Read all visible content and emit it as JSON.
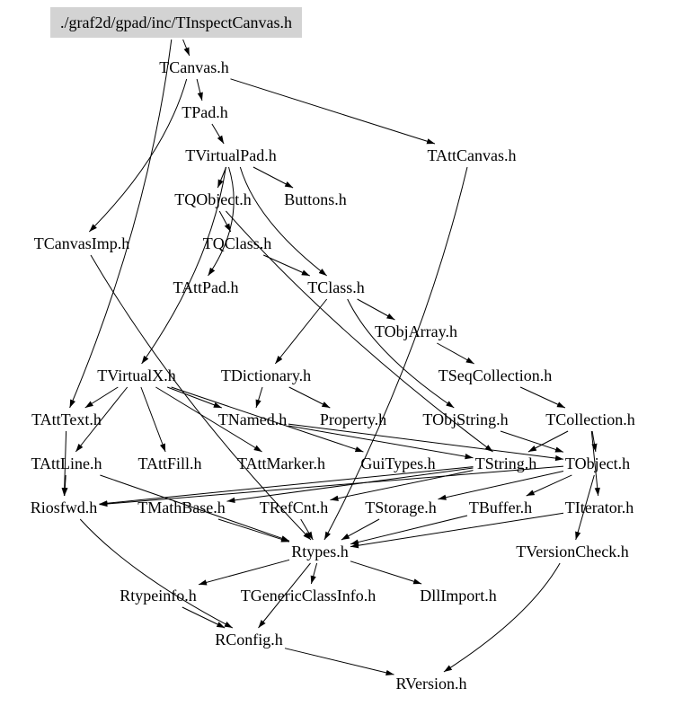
{
  "graph": {
    "type": "include-dependency-graph",
    "root": "./graf2d/gpad/inc/TInspectCanvas.h",
    "colors": {
      "background": "#ffffff",
      "root_fill": "#d3d3d3",
      "edge": "#000000",
      "text": "#000000"
    },
    "nodes": [
      {
        "id": "root",
        "label": "./graf2d/gpad/inc/TInspectCanvas.h",
        "is_root": true
      },
      {
        "id": "TCanvas",
        "label": "TCanvas.h"
      },
      {
        "id": "TPad",
        "label": "TPad.h"
      },
      {
        "id": "TAttCanvas",
        "label": "TAttCanvas.h"
      },
      {
        "id": "TVirtualPad",
        "label": "TVirtualPad.h"
      },
      {
        "id": "TQObject",
        "label": "TQObject.h"
      },
      {
        "id": "Buttons",
        "label": "Buttons.h"
      },
      {
        "id": "TCanvasImp",
        "label": "TCanvasImp.h"
      },
      {
        "id": "TQClass",
        "label": "TQClass.h"
      },
      {
        "id": "TAttPad",
        "label": "TAttPad.h"
      },
      {
        "id": "TClass",
        "label": "TClass.h"
      },
      {
        "id": "TObjArray",
        "label": "TObjArray.h"
      },
      {
        "id": "TVirtualX",
        "label": "TVirtualX.h"
      },
      {
        "id": "TDictionary",
        "label": "TDictionary.h"
      },
      {
        "id": "TSeqCollection",
        "label": "TSeqCollection.h"
      },
      {
        "id": "TAttText",
        "label": "TAttText.h"
      },
      {
        "id": "TNamed",
        "label": "TNamed.h"
      },
      {
        "id": "Property",
        "label": "Property.h"
      },
      {
        "id": "TObjString",
        "label": "TObjString.h"
      },
      {
        "id": "TCollection",
        "label": "TCollection.h"
      },
      {
        "id": "TAttLine",
        "label": "TAttLine.h"
      },
      {
        "id": "TAttFill",
        "label": "TAttFill.h"
      },
      {
        "id": "TAttMarker",
        "label": "TAttMarker.h"
      },
      {
        "id": "GuiTypes",
        "label": "GuiTypes.h"
      },
      {
        "id": "TString",
        "label": "TString.h"
      },
      {
        "id": "TObject",
        "label": "TObject.h"
      },
      {
        "id": "Riosfwd",
        "label": "Riosfwd.h"
      },
      {
        "id": "TMathBase",
        "label": "TMathBase.h"
      },
      {
        "id": "TRefCnt",
        "label": "TRefCnt.h"
      },
      {
        "id": "TStorage",
        "label": "TStorage.h"
      },
      {
        "id": "TBuffer",
        "label": "TBuffer.h"
      },
      {
        "id": "TIterator",
        "label": "TIterator.h"
      },
      {
        "id": "Rtypes",
        "label": "Rtypes.h"
      },
      {
        "id": "TVersionCheck",
        "label": "TVersionCheck.h"
      },
      {
        "id": "Rtypeinfo",
        "label": "Rtypeinfo.h"
      },
      {
        "id": "TGenericClassInfo",
        "label": "TGenericClassInfo.h"
      },
      {
        "id": "DllImport",
        "label": "DllImport.h"
      },
      {
        "id": "RConfig",
        "label": "RConfig.h"
      },
      {
        "id": "RVersion",
        "label": "RVersion.h"
      }
    ],
    "edges": [
      [
        "root",
        "TCanvas"
      ],
      [
        "root",
        "TAttText"
      ],
      [
        "TCanvas",
        "TPad"
      ],
      [
        "TCanvas",
        "TAttCanvas"
      ],
      [
        "TCanvas",
        "TCanvasImp"
      ],
      [
        "TPad",
        "TVirtualPad"
      ],
      [
        "TVirtualPad",
        "TQObject"
      ],
      [
        "TVirtualPad",
        "Buttons"
      ],
      [
        "TVirtualPad",
        "TAttPad"
      ],
      [
        "TVirtualPad",
        "TVirtualX"
      ],
      [
        "TVirtualPad",
        "TClass"
      ],
      [
        "TQObject",
        "TQClass"
      ],
      [
        "TQObject",
        "TString"
      ],
      [
        "TQClass",
        "TClass"
      ],
      [
        "TClass",
        "TObjArray"
      ],
      [
        "TClass",
        "TDictionary"
      ],
      [
        "TClass",
        "TObjString"
      ],
      [
        "TObjArray",
        "TSeqCollection"
      ],
      [
        "TSeqCollection",
        "TCollection"
      ],
      [
        "TCollection",
        "TObject"
      ],
      [
        "TCollection",
        "TIterator"
      ],
      [
        "TCollection",
        "TString"
      ],
      [
        "TDictionary",
        "TNamed"
      ],
      [
        "TDictionary",
        "Property"
      ],
      [
        "TNamed",
        "TString"
      ],
      [
        "TNamed",
        "TObject"
      ],
      [
        "TObjString",
        "TObject"
      ],
      [
        "TVirtualX",
        "TAttText"
      ],
      [
        "TVirtualX",
        "TAttLine"
      ],
      [
        "TVirtualX",
        "TAttFill"
      ],
      [
        "TVirtualX",
        "TAttMarker"
      ],
      [
        "TVirtualX",
        "GuiTypes"
      ],
      [
        "TVirtualX",
        "TNamed"
      ],
      [
        "TAttText",
        "Riosfwd"
      ],
      [
        "TAttLine",
        "Riosfwd"
      ],
      [
        "TAttLine",
        "Rtypes"
      ],
      [
        "TString",
        "TMathBase"
      ],
      [
        "TString",
        "TRefCnt"
      ],
      [
        "TString",
        "Riosfwd"
      ],
      [
        "TObject",
        "TStorage"
      ],
      [
        "TObject",
        "TBuffer"
      ],
      [
        "TObject",
        "Riosfwd"
      ],
      [
        "TObject",
        "TVersionCheck"
      ],
      [
        "TAttCanvas",
        "Rtypes"
      ],
      [
        "TCanvasImp",
        "Rtypes"
      ],
      [
        "TMathBase",
        "Rtypes"
      ],
      [
        "TRefCnt",
        "Rtypes"
      ],
      [
        "TStorage",
        "Rtypes"
      ],
      [
        "TBuffer",
        "Rtypes"
      ],
      [
        "TIterator",
        "Rtypes"
      ],
      [
        "Riosfwd",
        "RConfig"
      ],
      [
        "TVersionCheck",
        "RVersion"
      ],
      [
        "Rtypes",
        "Rtypeinfo"
      ],
      [
        "Rtypes",
        "TGenericClassInfo"
      ],
      [
        "Rtypes",
        "DllImport"
      ],
      [
        "Rtypes",
        "RConfig"
      ],
      [
        "Rtypeinfo",
        "RConfig"
      ],
      [
        "RConfig",
        "RVersion"
      ]
    ]
  }
}
